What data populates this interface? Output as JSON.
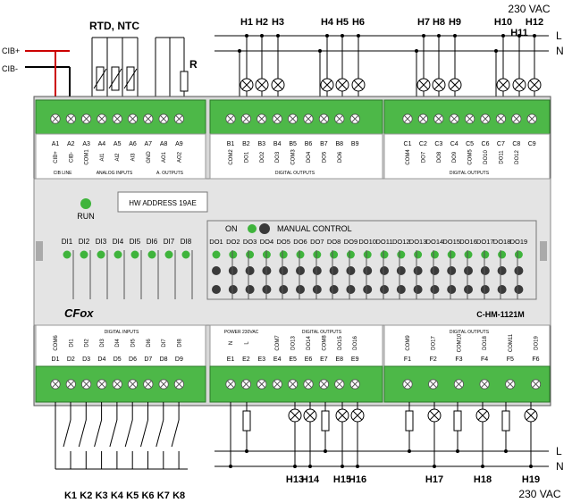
{
  "supply": {
    "top": "230 VAC",
    "bottom": "230 VAC",
    "l": "L",
    "n": "N"
  },
  "cib": {
    "plus": "CIB+",
    "minus": "CIB-"
  },
  "top_labels": {
    "rtd": "RTD, NTC",
    "r": "R"
  },
  "loads_top": [
    {
      "label": "H1"
    },
    {
      "label": "H2"
    },
    {
      "label": "H3"
    },
    {
      "label": "H4"
    },
    {
      "label": "H5"
    },
    {
      "label": "H6"
    },
    {
      "label": "H7"
    },
    {
      "label": "H8"
    },
    {
      "label": "H9"
    },
    {
      "label": "H10"
    },
    {
      "label": "H11"
    },
    {
      "label": "H12"
    }
  ],
  "loads_bottom": [
    {
      "label": "H13"
    },
    {
      "label": "H14"
    },
    {
      "label": "H15"
    },
    {
      "label": "H16"
    },
    {
      "label": "H17"
    },
    {
      "label": "H18"
    },
    {
      "label": "H19"
    }
  ],
  "keys": [
    "K1",
    "K2",
    "K3",
    "K4",
    "K5",
    "K6",
    "K7",
    "K8"
  ],
  "term_top": [
    "A1",
    "A2",
    "A3",
    "A4",
    "A5",
    "A6",
    "A7",
    "A8",
    "A9",
    "B1",
    "B2",
    "B3",
    "B4",
    "B5",
    "B6",
    "B7",
    "B8",
    "B9",
    "C1",
    "C2",
    "C3",
    "C4",
    "C5",
    "C6",
    "C7",
    "C8",
    "C9"
  ],
  "sig_top": [
    "CIB+",
    "CIB-",
    "COM1",
    "AI1",
    "AI2",
    "AI3",
    "GND",
    "AO1",
    "AO2",
    "COM2",
    "DO1",
    "DO2",
    "DO3",
    "COM3",
    "DO4",
    "DO5",
    "DO6",
    "",
    "COM4",
    "DO7",
    "DO8",
    "DO9",
    "COM5",
    "DO10",
    "DO11",
    "DO12",
    ""
  ],
  "group_top": [
    "CIB LINE",
    "ANALOG INPUTS",
    "A. OUTPUTS",
    "DIGITAL OUTPUTS",
    "DIGITAL OUTPUTS"
  ],
  "term_bot": [
    "D1",
    "D2",
    "D3",
    "D4",
    "D5",
    "D6",
    "D7",
    "D8",
    "D9",
    "E1",
    "E2",
    "E3",
    "E4",
    "E5",
    "E6",
    "E7",
    "E8",
    "E9",
    "F1",
    "F2",
    "F3",
    "F4",
    "F5",
    "F6"
  ],
  "sig_bot": [
    "COM6",
    "DI1",
    "DI2",
    "DI3",
    "DI4",
    "DI5",
    "DI6",
    "DI7",
    "DI8",
    "N",
    "L",
    "",
    "COM7",
    "DO13",
    "DO14",
    "COM8",
    "DO15",
    "DO16",
    "COM9",
    "DO17",
    "COM10",
    "DO18",
    "COM11",
    "DO19"
  ],
  "group_bot": [
    "DIGITAL INPUTS",
    "POWER 230VAC",
    "DIGITAL OUTPUTS",
    "DIGITAL OUTPUTS"
  ],
  "panel": {
    "run": "RUN",
    "hw_address": "HW ADDRESS 19AE",
    "on": "ON",
    "manual": "MANUAL CONTROL",
    "di": [
      "DI1",
      "DI2",
      "DI3",
      "DI4",
      "DI5",
      "DI6",
      "DI7",
      "DI8"
    ],
    "do": [
      "DO1",
      "DO2",
      "DO3",
      "DO4",
      "DO5",
      "DO6",
      "DO7",
      "DO8",
      "DO9",
      "DO10",
      "DO11",
      "DO12",
      "DO13",
      "DO14",
      "DO15",
      "DO16",
      "DO17",
      "DO18",
      "DO19"
    ],
    "brand": "CFox",
    "model": "C-HM-1121M"
  },
  "colors": {
    "terminal": "#4db848",
    "led": "#3fb43c",
    "module": "#e4e4e4",
    "wire_red": "#cc0000",
    "button": "#3a3a3a"
  }
}
